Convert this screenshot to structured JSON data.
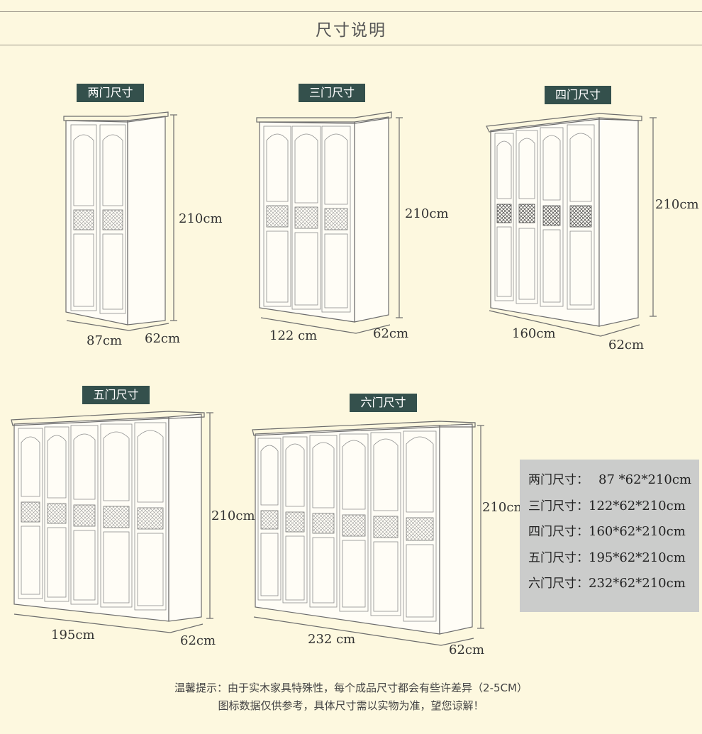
{
  "header": {
    "title": "尺寸说明"
  },
  "labels": {
    "two": "两门尺寸",
    "three": "三门尺寸",
    "four": "四门尺寸",
    "five": "五门尺寸",
    "six": "六门尺寸"
  },
  "dims": {
    "two": {
      "height": "210cm",
      "width": "87cm",
      "depth": "62cm"
    },
    "three": {
      "height": "210cm",
      "width": "122 cm",
      "depth": "62cm"
    },
    "four": {
      "height": "210cm",
      "width": "160cm",
      "depth": "62cm"
    },
    "five": {
      "height": "210cm",
      "width": "195cm",
      "depth": "62cm"
    },
    "six": {
      "height": "210cm",
      "width": "232 cm",
      "depth": "62cm"
    }
  },
  "spec_panel": {
    "rows": [
      {
        "name": "两门尺寸：",
        "value": "87 *62*210cm"
      },
      {
        "name": "三门尺寸：",
        "value": "122*62*210cm"
      },
      {
        "name": "四门尺寸：",
        "value": "160*62*210cm"
      },
      {
        "name": "五门尺寸：",
        "value": "195*62*210cm"
      },
      {
        "name": "六门尺寸：",
        "value": "232*62*210cm"
      }
    ]
  },
  "footer": {
    "line1": "温馨提示：由于实木家具特殊性，每个成品尺寸都会有些许差异（2-5CM）",
    "line2": "图标数据仅供参考，具体尺寸需以实物为准，望您谅解！"
  },
  "colors": {
    "background": "#fdf8df",
    "label_bg": "#34504c",
    "panel_bg": "#cbcccb"
  }
}
